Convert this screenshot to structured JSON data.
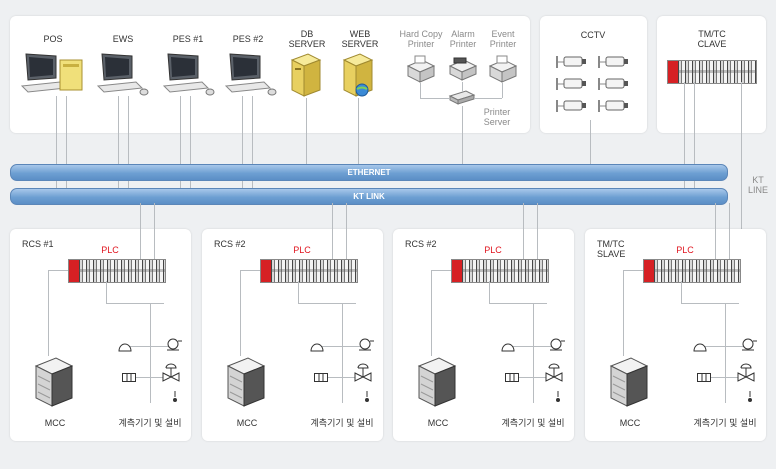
{
  "top": {
    "pos": "POS",
    "ews": "EWS",
    "pes1": "PES #1",
    "pes2": "PES #2",
    "db_server": "DB\nSERVER",
    "web_server": "WEB\nSERVER",
    "hardcopy_printer": "Hard Copy\nPrinter",
    "alarm_printer": "Alarm\nPrinter",
    "event_printer": "Event\nPrinter",
    "printer_server": "Printer\nServer",
    "cctv": "CCTV",
    "tmtc_clave": "TM/TC\nCLAVE"
  },
  "network": {
    "ethernet": "ETHERNET",
    "kt_link": "KT LINK",
    "kt_line": "KT\nLINE"
  },
  "stations": [
    {
      "title": "RCS #1",
      "plc": "PLC",
      "mcc": "MCC",
      "instruments": "계측기기 및 설비"
    },
    {
      "title": "RCS #2",
      "plc": "PLC",
      "mcc": "MCC",
      "instruments": "계측기기 및 설비"
    },
    {
      "title": "RCS #2",
      "plc": "PLC",
      "mcc": "MCC",
      "instruments": "계측기기 및 설비"
    },
    {
      "title": "TM/TC\nSLAVE",
      "plc": "PLC",
      "mcc": "MCC",
      "instruments": "계측기기 및 설비"
    }
  ],
  "colors": {
    "bus": "#6d9fd2",
    "plc_accent": "#d62024",
    "plc_label": "#e0141e"
  }
}
